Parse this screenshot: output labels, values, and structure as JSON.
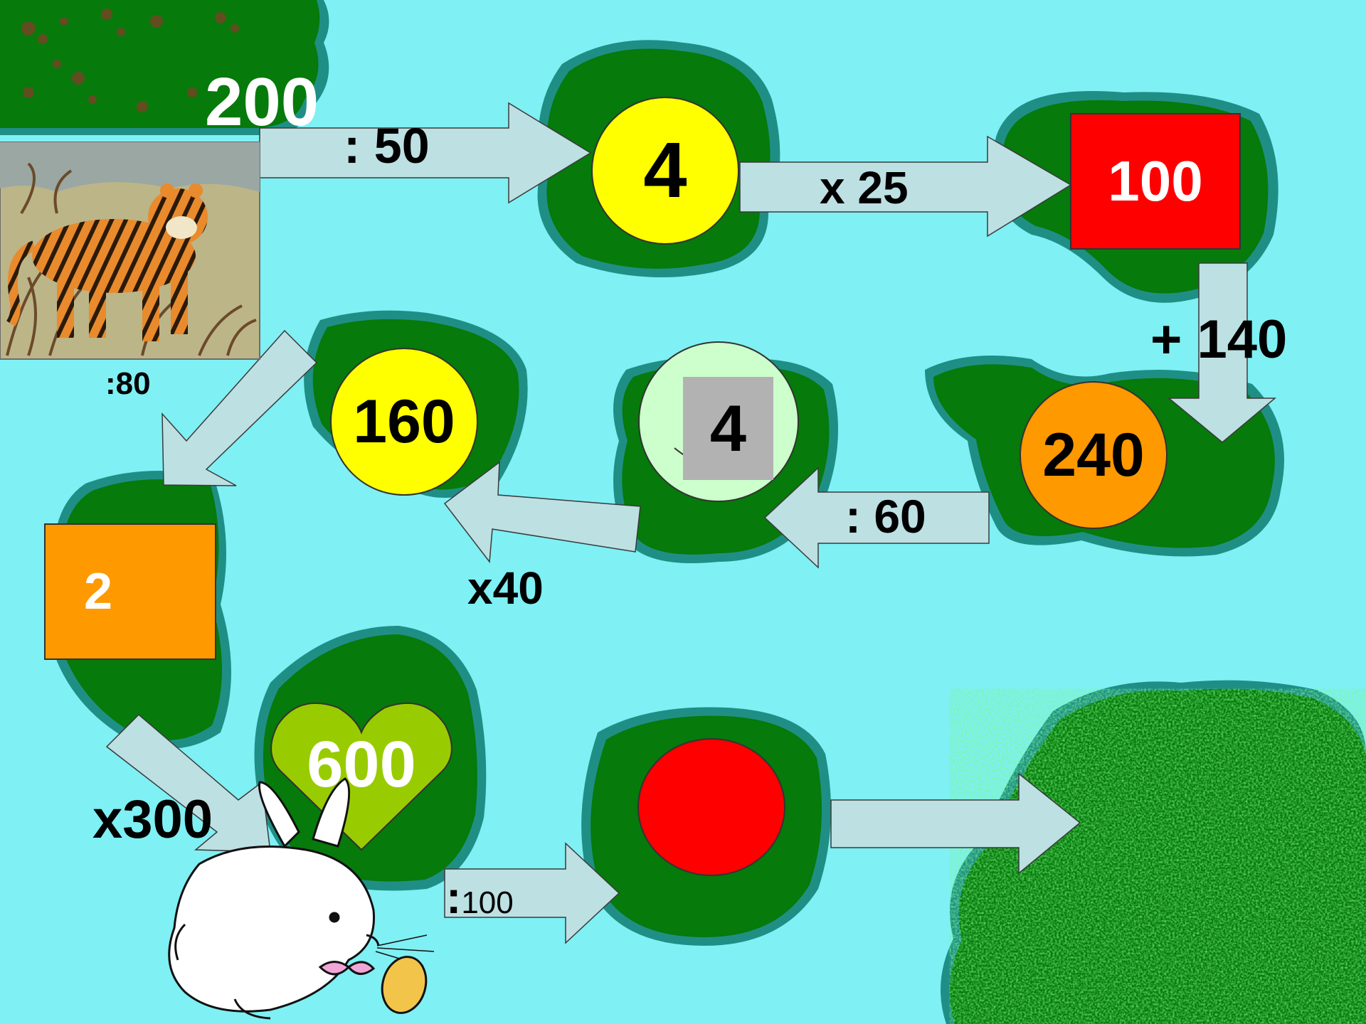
{
  "game": {
    "start_number": "200",
    "operations": {
      "div50": ": 50",
      "mul25": "x 25",
      "plus140": "+ 140",
      "div60": ": 60",
      "mul40": "x40",
      "div80": ":80",
      "mul300": "x300",
      "div100_colon": ":",
      "div100_num": "100"
    },
    "nodes": {
      "circle_4": "4",
      "square_100": "100",
      "circle_240": "240",
      "circle_4_covered": "4",
      "circle_160": "160",
      "square_2": "2",
      "heart_600": "600",
      "red_circle": ""
    }
  },
  "colors": {
    "water": "#7ff0f4",
    "island": "#067a0a",
    "shore": "#1f8f86",
    "arrow": "#bde0e3",
    "yellow": "#ffff00",
    "red": "#ff0000",
    "orange": "#ff9900",
    "light_green": "#ccffcc",
    "heart_green": "#99cc00",
    "gray_card": "#b2b2b2"
  },
  "icons": [
    "tiger-image",
    "rabbit-image",
    "forest-texture"
  ]
}
